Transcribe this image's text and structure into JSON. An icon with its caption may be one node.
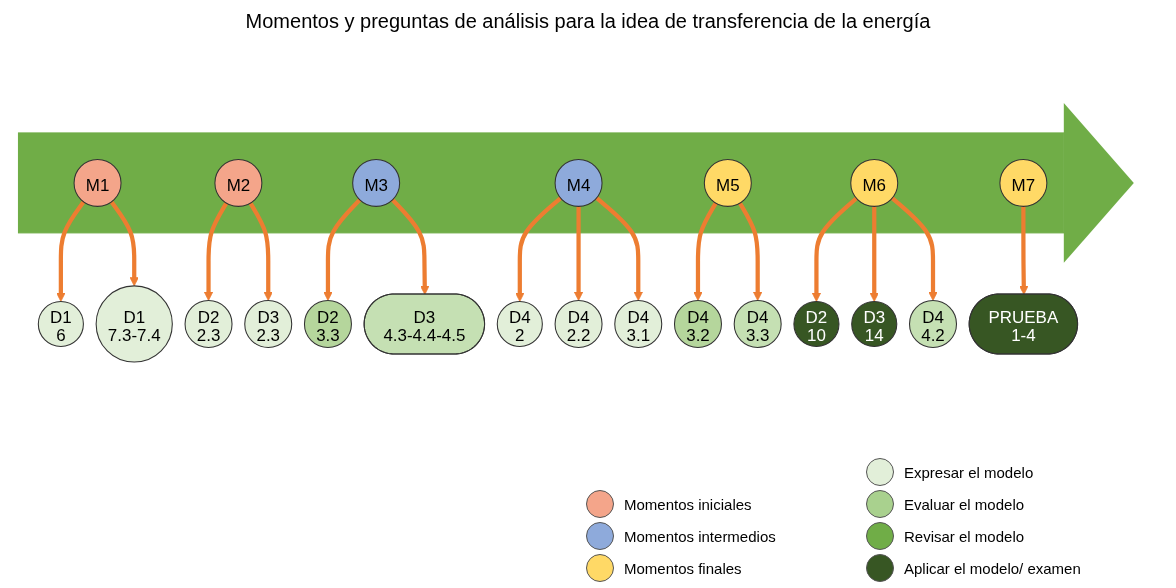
{
  "diagram": {
    "title": "Momentos y preguntas de análisis para la idea de transferencia de la energía",
    "nodes": [
      {
        "text": [],
        "shape": "arrow"
      },
      {
        "text": [
          "M1"
        ],
        "in": 0
      },
      {
        "text": [
          "M2"
        ],
        "in": 0
      },
      {
        "text": [
          "M3"
        ],
        "in": 0
      },
      {
        "text": [
          "M4"
        ],
        "in": 0
      },
      {
        "text": [
          "M5"
        ],
        "in": 0
      },
      {
        "text": [
          "M6"
        ],
        "in": 0
      },
      {
        "text": [
          "M7"
        ],
        "in": 0
      },
      {
        "text": [
          "D1",
          "6"
        ]
      },
      {
        "text": [
          "D1",
          "7.3-7.4"
        ]
      },
      {
        "text": [
          "D2",
          "2.3"
        ]
      },
      {
        "text": [
          "D3",
          "2.3"
        ]
      },
      {
        "text": [
          "D2",
          "3.3"
        ]
      },
      {
        "text": [
          "D3",
          "4.3-4.4-4.5"
        ]
      },
      {
        "text": [
          "D4",
          "2"
        ]
      },
      {
        "text": [
          "D4",
          "2.2"
        ]
      },
      {
        "text": [
          "D4",
          "3.1"
        ]
      },
      {
        "text": [
          "D4",
          "3.2"
        ]
      },
      {
        "text": [
          "D4",
          "3.3"
        ]
      },
      {
        "text": [
          "D2",
          "10"
        ]
      },
      {
        "text": [
          "D3",
          "14"
        ]
      },
      {
        "text": [
          "D4",
          "4.2"
        ]
      },
      {
        "text": [
          "PRUEBA",
          "1-4"
        ]
      }
    ],
    "edges": [
      {
        "from": 1,
        "to": 8,
        "arrow": "to"
      },
      {
        "from": 1,
        "to": 9,
        "arrow": "to"
      },
      {
        "from": 2,
        "to": 10,
        "arrow": "to"
      },
      {
        "from": 2,
        "to": 11,
        "arrow": "to"
      },
      {
        "from": 3,
        "to": 12,
        "arrow": "to"
      },
      {
        "from": 3,
        "to": 13,
        "arrow": "to"
      },
      {
        "from": 4,
        "to": 14,
        "arrow": "to"
      },
      {
        "from": 4,
        "to": 15,
        "arrow": "to"
      },
      {
        "from": 4,
        "to": 16,
        "arrow": "to"
      },
      {
        "from": 5,
        "to": 17,
        "arrow": "to"
      },
      {
        "from": 5,
        "to": 18,
        "arrow": "to"
      },
      {
        "from": 6,
        "to": 19,
        "arrow": "to"
      },
      {
        "from": 6,
        "to": 20,
        "arrow": "to"
      },
      {
        "from": 6,
        "to": 21,
        "arrow": "to"
      },
      {
        "from": 7,
        "to": 22,
        "arrow": "to"
      }
    ],
    "legend": [
      {
        "text": "Momentos iniciales",
        "color": "#f4a58a"
      },
      {
        "text": "Momentos intermedios",
        "color": "#8eaadb"
      },
      {
        "text": "Momentos finales",
        "color": "#ffd966"
      },
      {
        "text": "Expresar el modelo",
        "color": "#e2efd9"
      },
      {
        "text": "Evaluar el modelo",
        "color": "#a9d18e"
      },
      {
        "text": "Revisar el modelo",
        "color": "#70ad47"
      },
      {
        "text": "Aplicar el modelo/ examen",
        "color": "#375623"
      }
    ]
  }
}
